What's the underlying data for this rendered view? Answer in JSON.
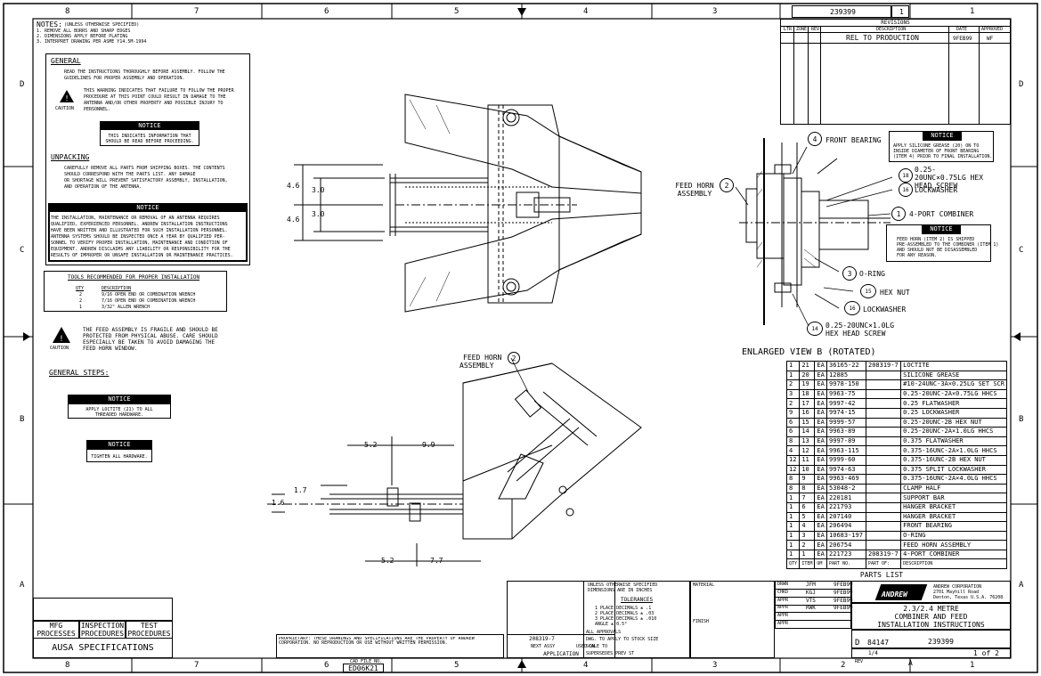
{
  "border_cols": [
    "8",
    "7",
    "6",
    "5",
    "4",
    "3",
    "2",
    "1"
  ],
  "border_rows": [
    "D",
    "C",
    "B",
    "A"
  ],
  "notes": {
    "title": "NOTES:",
    "subtitle": "(UNLESS OTHERWISE SPECIFIED)",
    "lines": [
      "1. REMOVE ALL BURRS AND SHARP EDGES",
      "2. DIMENSIONS APPLY BEFORE PLATING",
      "3. INTERPRET DRAWING PER ASME Y14.5M-1994"
    ]
  },
  "general": {
    "heading": "GENERAL",
    "text": [
      "READ THE INSTRUCTIONS THOROUGHLY BEFORE ASSEMBLY.  FOLLOW THE",
      "GUIDELINES FOR PROPER ASSEMBLY AND OPERATION."
    ],
    "caution_label": "CAUTION",
    "warning": [
      "THIS WARNING INDICATES THAT FAILURE TO FOLLOW THE PROPER",
      "PROCEDURE AT THIS POINT COULD RESULT IN DAMAGE TO THE",
      "ANTENNA AND/OR OTHER PROPERTY AND POSSIBLE INJURY TO",
      "PERSONNEL."
    ],
    "notice_title": "NOTICE",
    "notice_text": [
      "THIS INDICATES INFORMATION THAT",
      "SHOULD BE READ BEFORE PROCEEDING."
    ]
  },
  "unpacking": {
    "heading": "UNPACKING",
    "text": [
      "CAREFULLY REMOVE ALL PARTS FROM SHIPPING BOXES.  THE CONTENTS",
      "SHOULD CORRESPOND WITH THE PARTS LIST.  ANY DAMAGE",
      "OR SHORTAGE WILL PREVENT SATISFACTORY ASSEMBLY, INSTALLATION,",
      "AND OPERATION OF THE ANTENNA."
    ],
    "notice_title": "NOTICE",
    "notice_text": [
      "THE INSTALLATION, MAINTENANCE OR REMOVAL OF AN ANTENNA REQUIRES",
      "QUALIFIED, EXPERIENCED PERSONNEL.  ANDREW INSTALLATION INSTRUCTIONS",
      "HAVE BEEN WRITTEN AND ILLUSTRATED FOR SUCH INSTALLATION PERSONNEL.",
      "ANTENNA SYSTEMS SHOULD BE INSPECTED ONCE A YEAR BY QUALIFIED PER-",
      "SONNEL TO VERIFY PROPER INSTALLATION, MAINTENANCE AND CONDITION OF",
      "EQUIPMENT.  ANDREW DISCLAIMS ANY LIABILITY OR RESPONSIBILITY FOR THE",
      "RESULTS OF IMPROPER OR UNSAFE INSTALLATION OR MAINTENANCE PRACTICES."
    ]
  },
  "tools": {
    "title": "TOOLS RECOMMENDED FOR PROPER INSTALLATION",
    "col_qty": "QTY",
    "col_desc": "DESCRIPTION",
    "rows": [
      [
        "2",
        "9/16 OPEN END OR COMBINATION WRENCH"
      ],
      [
        "2",
        "7/16 OPEN END OR COMBINATION WRENCH"
      ],
      [
        "1",
        "3/32\" ALLEN WRENCH"
      ]
    ]
  },
  "caution2": {
    "label": "CAUTION",
    "text": [
      "THE FEED ASSEMBLY IS FRAGILE AND SHOULD BE",
      "PROTECTED FROM PHYSICAL ABUSE.  CARE SHOULD",
      "ESPECIALLY BE TAKEN TO AVOID DAMAGING THE",
      "FEED HORN WINDOW."
    ]
  },
  "general_steps": {
    "heading": "GENERAL STEPS:",
    "notice1_title": "NOTICE",
    "notice1_text": [
      "APPLY LOCTITE (21) TO ALL",
      "THREADED HARDWARE."
    ],
    "notice2_title": "NOTICE",
    "notice2_text": [
      "TIGHTEN ALL HARDWARE."
    ]
  },
  "specs": {
    "cells": [
      "MFG PROCESSES",
      "INSPECTION PROCEDURES",
      "TEST PROCEDURES"
    ],
    "footer": "AUSA SPECIFICATIONS"
  },
  "cad_file": {
    "label": "CAD FILE NO.",
    "value": "ED06K21"
  },
  "legal": "PROPRIETARY: THESE DRAWINGS AND SPECIFICATIONS ARE THE PROPERTY OF ANDREW CORPORATION. NO REPRODUCTION OR USE WITHOUT WRITTEN PERMISSION.",
  "application": {
    "part_no": "208319-7",
    "next_assy": "NEXT ASSY",
    "used_on": "USED ON",
    "label": "APPLICATION"
  },
  "tolerances": {
    "header": [
      "UNLESS OTHERWISE SPECIFIED",
      "DIMENSIONS ARE IN INCHES"
    ],
    "title": "TOLERANCES",
    "lines": [
      "1 PLACE DECIMALS ± .1",
      "2 PLACE DECIMALS ± .03",
      "3 PLACE DECIMALS ± .010",
      "ANGLE ± 0.5°"
    ],
    "approvals": "ALL APPROVALS",
    "dwg_note": "DWG. TO APPLY TO STOCK SIZE",
    "scale": "SCALE TO",
    "supersedes": "SUPERSEDES PREV ST"
  },
  "material_label": "MATERIAL",
  "finish_label": "FINISH",
  "signoff": {
    "rows": [
      [
        "DRWN",
        "JFM",
        "9FEB99"
      ],
      [
        "CHKD",
        "KGJ",
        "9FEB99"
      ],
      [
        "APPR",
        "VTS",
        "9FEB99"
      ],
      [
        "APPR",
        "RWK",
        "9FEB99"
      ],
      [
        "APPR",
        "",
        " "
      ],
      [
        "APPR",
        "",
        " "
      ]
    ]
  },
  "company": {
    "logo": "ANDREW",
    "name": "ANDREW CORPORATION",
    "addr1": "2701 Mayhill Road",
    "addr2": "Denton, Texas U.S.A. 76208"
  },
  "title_block": {
    "title": [
      "2.3/2.4 METRE",
      "COMBINER AND FEED",
      "INSTALLATION INSTRUCTIONS"
    ],
    "size": "D",
    "code": "84147",
    "dwg_no": "239399",
    "scale": "1/4",
    "sheet": "1 of 2",
    "rev_label": "REV",
    "rev_value": "A"
  },
  "top_block": {
    "dwg": "239399",
    "sheet": "1"
  },
  "revisions": {
    "title": "REVISIONS",
    "headers": [
      "LTR",
      "ZONE",
      "REV",
      "DESCRIPTION",
      "DATE",
      "APPROVED"
    ],
    "row": [
      "",
      "",
      "",
      "REL TO PRODUCTION",
      "9FEB99",
      "WF"
    ]
  },
  "view_b": {
    "title": "ENLARGED VIEW B (ROTATED)",
    "callouts": [
      {
        "num": "4",
        "label": "FRONT BEARING"
      },
      {
        "num": "18",
        "label": "0.25-20UNC×0.75LG HEX HEAD SCREW"
      },
      {
        "num": "16",
        "label": "LOCKWASHER"
      },
      {
        "num": "1",
        "label": "4-PORT COMBINER"
      },
      {
        "num": "3",
        "label": "O-RING"
      },
      {
        "num": "15",
        "label": "HEX NUT"
      },
      {
        "num": "16",
        "label": "LOCKWASHER"
      },
      {
        "num": "14",
        "label": "0.25-20UNC×1.0LG HEX HEAD SCREW"
      }
    ],
    "feed_horn": {
      "num": "2",
      "label": "FEED HORN ASSEMBLY"
    },
    "notice1": {
      "title": "NOTICE",
      "text": [
        "APPLY SILICONE GREASE (20) ON TO",
        "INSIDE DIAMETER OF FRONT BEARING",
        "(ITEM 4) PRIOR TO FINAL INSTALLATION."
      ]
    },
    "notice2": {
      "title": "NOTICE",
      "text": [
        "FEED HORN (ITEM 2) IS SHIPPED",
        "PRE-ASSEMBLED TO THE COMBINER (ITEM 1)",
        "AND SHOULD NOT BE DISASSEMBLED",
        "FOR ANY REASON."
      ]
    }
  },
  "top_view_dims": {
    "d1": "4.6",
    "d2": "3.0",
    "d3": "4.6",
    "d4": "3.0"
  },
  "lower_view": {
    "feed_horn_num": "2",
    "feed_horn_label": [
      "FEED HORN",
      "ASSEMBLY"
    ],
    "dims": {
      "a": "5.2",
      "b": "9.9",
      "c": "1.7",
      "d": "1.6",
      "e": "5.2",
      "f": "7.7"
    }
  },
  "parts": {
    "rows": [
      [
        "1",
        "21",
        "EA",
        "36165-22",
        "208319-7",
        "LOCTITE"
      ],
      [
        "1",
        "20",
        "EA",
        "12885",
        "",
        "SILICONE GREASE"
      ],
      [
        "2",
        "19",
        "EA",
        "9978-150",
        "",
        "#10-24UNC-3A×0.25LG SET SCR"
      ],
      [
        "3",
        "18",
        "EA",
        "9963-75",
        "",
        "0.25-20UNC-2A×0.75LG HHCS"
      ],
      [
        "2",
        "17",
        "EA",
        "9997-42",
        "",
        "0.25 FLATWASHER"
      ],
      [
        "9",
        "16",
        "EA",
        "9974-15",
        "",
        "0.25 LOCKWASHER"
      ],
      [
        "6",
        "15",
        "EA",
        "9999-57",
        "",
        "0.25-20UNC-2B HEX NUT"
      ],
      [
        "6",
        "14",
        "EA",
        "9963-89",
        "",
        "0.25-20UNC-2A×1.0LG HHCS"
      ],
      [
        "8",
        "13",
        "EA",
        "9997-89",
        "",
        "0.375 FLATWASHER"
      ],
      [
        "4",
        "12",
        "EA",
        "9963-115",
        "",
        "0.375-16UNC-2A×1.0LG HHCS"
      ],
      [
        "12",
        "11",
        "EA",
        "9999-60",
        "",
        "0.375-16UNC-2B HEX NUT"
      ],
      [
        "12",
        "10",
        "EA",
        "9974-63",
        "",
        "0.375 SPLIT LOCKWASHER"
      ],
      [
        "8",
        "9",
        "EA",
        "9963-469",
        "",
        "0.375-16UNC-2A×4.0LG HHCS"
      ],
      [
        "8",
        "8",
        "EA",
        "53048-2",
        "",
        "CLAMP HALF"
      ],
      [
        "1",
        "7",
        "EA",
        "220181",
        "",
        "SUPPORT BAR"
      ],
      [
        "1",
        "6",
        "EA",
        "221793",
        "",
        "HANGER BRACKET"
      ],
      [
        "1",
        "5",
        "EA",
        "207140",
        "",
        "HANGER BRACKET"
      ],
      [
        "1",
        "4",
        "EA",
        "206494",
        "",
        "FRONT BEARING"
      ],
      [
        "1",
        "3",
        "EA",
        "10683-197",
        "",
        "O-RING"
      ],
      [
        "1",
        "2",
        "EA",
        "206754",
        "",
        "FEED HORN ASSEMBLY"
      ],
      [
        "1",
        "1",
        "EA",
        "221723",
        "208319-7",
        "4-PORT COMBINER"
      ]
    ],
    "footer": [
      "QTY",
      "ITEM",
      "UM",
      "PART NO.",
      "",
      "DESCRIPTION"
    ],
    "footer_mid": "PART OF:",
    "list_label": "PARTS LIST"
  }
}
